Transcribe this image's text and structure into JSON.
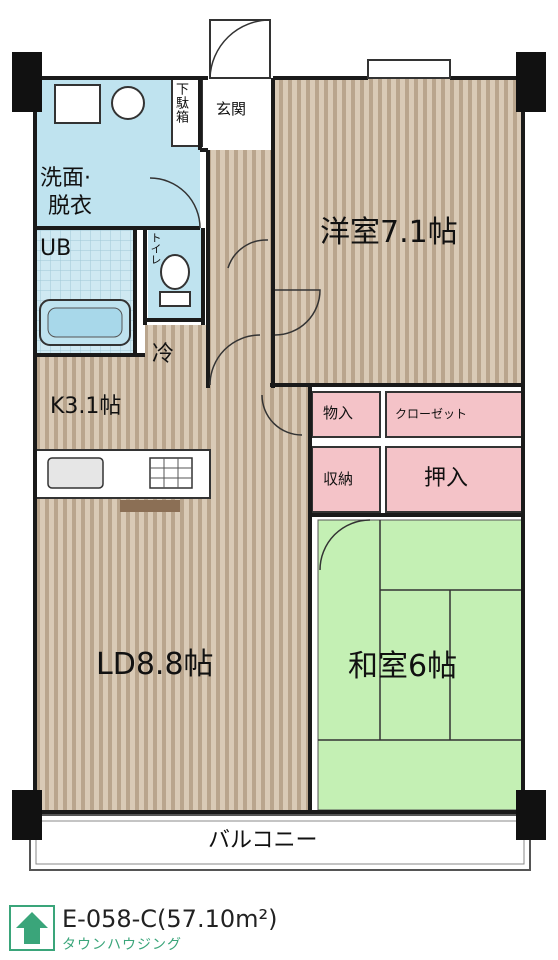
{
  "rooms": {
    "western": "洋室7.1帖",
    "japanese": "和室6帖",
    "ld": "LD8.8帖",
    "kitchen": "K3.1帖",
    "washroom_line1": "洗面·",
    "washroom_line2": "脱衣",
    "ub": "UB",
    "toilet": "トイレ",
    "entrance": "玄関",
    "shoe_box": "下駄箱",
    "fridge": "冷",
    "storage_top": "物入",
    "closet": "クローゼット",
    "storage_bottom": "収納",
    "oshiire": "押入",
    "balcony": "バルコニー"
  },
  "footer": {
    "code": "E-058-C(57.10m²)",
    "brand": "タウンハウジング"
  },
  "colors": {
    "wood_floor": "#c9b7a0",
    "tatami": "#c4f0b4",
    "tile": "#bfe3ef",
    "closet_fill": "#f4c3c8",
    "wall": "#1a1a1a",
    "brand_green": "#3aa57a"
  }
}
